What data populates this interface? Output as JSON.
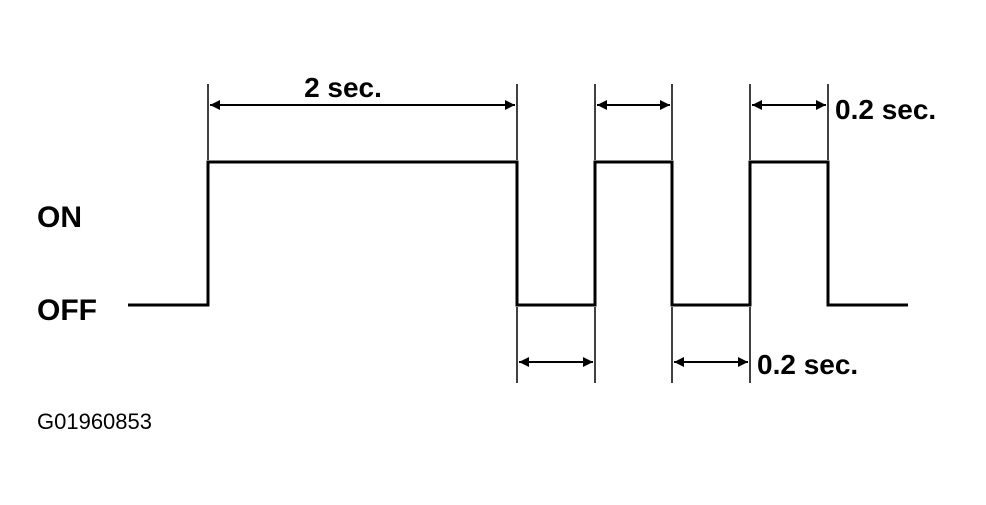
{
  "states": {
    "on": "ON",
    "off": "OFF"
  },
  "dimensions": {
    "first_on_duration": "2 sec.",
    "pulse_on_duration": "0.2 sec.",
    "pulse_off_duration": "0.2 sec."
  },
  "figure_id": "G01960853",
  "colors": {
    "line": "#000000",
    "background": "#ffffff"
  }
}
